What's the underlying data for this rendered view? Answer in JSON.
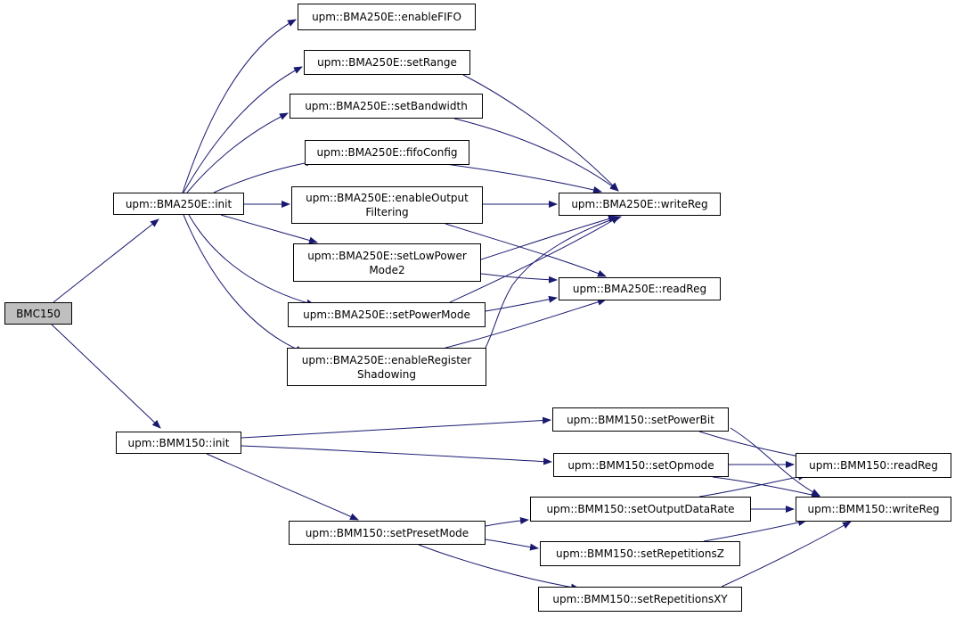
{
  "diagram": {
    "edge_color": "#191970",
    "root_fill": "#bfbfbf",
    "node_fill": "#ffffff",
    "nodes": {
      "bmc150": {
        "lines": [
          "BMC150"
        ]
      },
      "bma_init": {
        "lines": [
          "upm::BMA250E::init"
        ]
      },
      "bma_enableFIFO": {
        "lines": [
          "upm::BMA250E::enableFIFO"
        ]
      },
      "bma_setRange": {
        "lines": [
          "upm::BMA250E::setRange"
        ]
      },
      "bma_setBandwidth": {
        "lines": [
          "upm::BMA250E::setBandwidth"
        ]
      },
      "bma_fifoConfig": {
        "lines": [
          "upm::BMA250E::fifoConfig"
        ]
      },
      "bma_enableOutputFiltering": {
        "lines": [
          "upm::BMA250E::enableOutput",
          "Filtering"
        ]
      },
      "bma_setLowPowerMode2": {
        "lines": [
          "upm::BMA250E::setLowPower",
          "Mode2"
        ]
      },
      "bma_setPowerMode": {
        "lines": [
          "upm::BMA250E::setPowerMode"
        ]
      },
      "bma_enableRegisterShadowing": {
        "lines": [
          "upm::BMA250E::enableRegister",
          "Shadowing"
        ]
      },
      "bma_writeReg": {
        "lines": [
          "upm::BMA250E::writeReg"
        ]
      },
      "bma_readReg": {
        "lines": [
          "upm::BMA250E::readReg"
        ]
      },
      "bmm_init": {
        "lines": [
          "upm::BMM150::init"
        ]
      },
      "bmm_setPowerBit": {
        "lines": [
          "upm::BMM150::setPowerBit"
        ]
      },
      "bmm_setOpmode": {
        "lines": [
          "upm::BMM150::setOpmode"
        ]
      },
      "bmm_setPresetMode": {
        "lines": [
          "upm::BMM150::setPresetMode"
        ]
      },
      "bmm_setOutputDataRate": {
        "lines": [
          "upm::BMM150::setOutputDataRate"
        ]
      },
      "bmm_setRepetitionsZ": {
        "lines": [
          "upm::BMM150::setRepetitionsZ"
        ]
      },
      "bmm_setRepetitionsXY": {
        "lines": [
          "upm::BMM150::setRepetitionsXY"
        ]
      },
      "bmm_readReg": {
        "lines": [
          "upm::BMM150::readReg"
        ]
      },
      "bmm_writeReg": {
        "lines": [
          "upm::BMM150::writeReg"
        ]
      }
    },
    "edges": [
      [
        "bmc150",
        "bma_init"
      ],
      [
        "bmc150",
        "bmm_init"
      ],
      [
        "bma_init",
        "bma_enableFIFO"
      ],
      [
        "bma_init",
        "bma_setRange"
      ],
      [
        "bma_init",
        "bma_setBandwidth"
      ],
      [
        "bma_init",
        "bma_fifoConfig"
      ],
      [
        "bma_init",
        "bma_enableOutputFiltering"
      ],
      [
        "bma_init",
        "bma_setLowPowerMode2"
      ],
      [
        "bma_init",
        "bma_setPowerMode"
      ],
      [
        "bma_init",
        "bma_enableRegisterShadowing"
      ],
      [
        "bma_setRange",
        "bma_writeReg"
      ],
      [
        "bma_setBandwidth",
        "bma_writeReg"
      ],
      [
        "bma_fifoConfig",
        "bma_writeReg"
      ],
      [
        "bma_enableOutputFiltering",
        "bma_writeReg"
      ],
      [
        "bma_enableOutputFiltering",
        "bma_readReg"
      ],
      [
        "bma_setLowPowerMode2",
        "bma_writeReg"
      ],
      [
        "bma_setLowPowerMode2",
        "bma_readReg"
      ],
      [
        "bma_setPowerMode",
        "bma_writeReg"
      ],
      [
        "bma_setPowerMode",
        "bma_readReg"
      ],
      [
        "bma_enableRegisterShadowing",
        "bma_writeReg"
      ],
      [
        "bma_enableRegisterShadowing",
        "bma_readReg"
      ],
      [
        "bmm_init",
        "bmm_setPowerBit"
      ],
      [
        "bmm_init",
        "bmm_setOpmode"
      ],
      [
        "bmm_init",
        "bmm_setPresetMode"
      ],
      [
        "bmm_setPowerBit",
        "bmm_readReg"
      ],
      [
        "bmm_setPowerBit",
        "bmm_writeReg"
      ],
      [
        "bmm_setOpmode",
        "bmm_readReg"
      ],
      [
        "bmm_setOpmode",
        "bmm_writeReg"
      ],
      [
        "bmm_setPresetMode",
        "bmm_setOutputDataRate"
      ],
      [
        "bmm_setPresetMode",
        "bmm_setRepetitionsZ"
      ],
      [
        "bmm_setPresetMode",
        "bmm_setRepetitionsXY"
      ],
      [
        "bmm_setOutputDataRate",
        "bmm_readReg"
      ],
      [
        "bmm_setOutputDataRate",
        "bmm_writeReg"
      ],
      [
        "bmm_setRepetitionsZ",
        "bmm_writeReg"
      ],
      [
        "bmm_setRepetitionsXY",
        "bmm_writeReg"
      ]
    ]
  }
}
